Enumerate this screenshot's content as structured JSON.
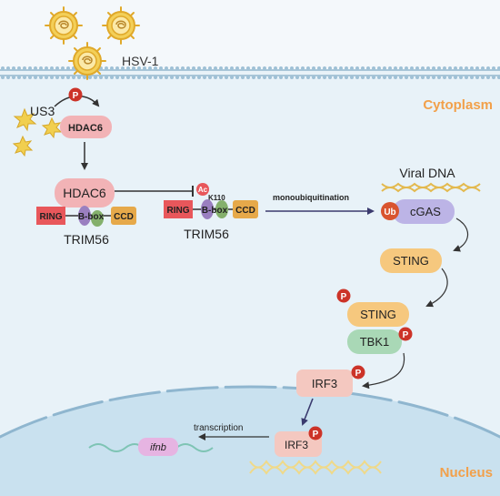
{
  "labels": {
    "virus": "HSV-1",
    "cytoplasm": "Cytoplasm",
    "nucleus": "Nucleus",
    "us3": "US3",
    "viral_dna": "Viral DNA",
    "monoubiquitination": "monoubiquitination",
    "transcription": "transcription"
  },
  "proteins": {
    "hdac6": "HDAC6",
    "ring": "RING",
    "bbox": "B-box",
    "ccd": "CCD",
    "trim56": "TRIM56",
    "cgas": "cGAS",
    "sting": "STING",
    "tbk1": "TBK1",
    "irf3": "IRF3"
  },
  "modifications": {
    "phospho": "P",
    "acetyl": "Ac",
    "ubiquitin": "Ub",
    "site": "K110"
  },
  "gene": "ifnb",
  "colors": {
    "cytoplasm_bg": "#e8f2f8",
    "nucleus_bg": "#c9e1ef",
    "region_label": "#f2a04a",
    "hdac6": "#f2b3b6",
    "ring": "#e8575b",
    "bbox": "#9a7fc0",
    "bbox_green": "#84b06c",
    "ccd": "#e6a94a",
    "cgas": "#bcb4e6",
    "sting": "#f6c87e",
    "tbk1": "#a9d8b6",
    "irf3": "#f4c8c0",
    "phospho": "#cc3328",
    "dna": "#efd98a",
    "virus": "#f1c44b"
  }
}
